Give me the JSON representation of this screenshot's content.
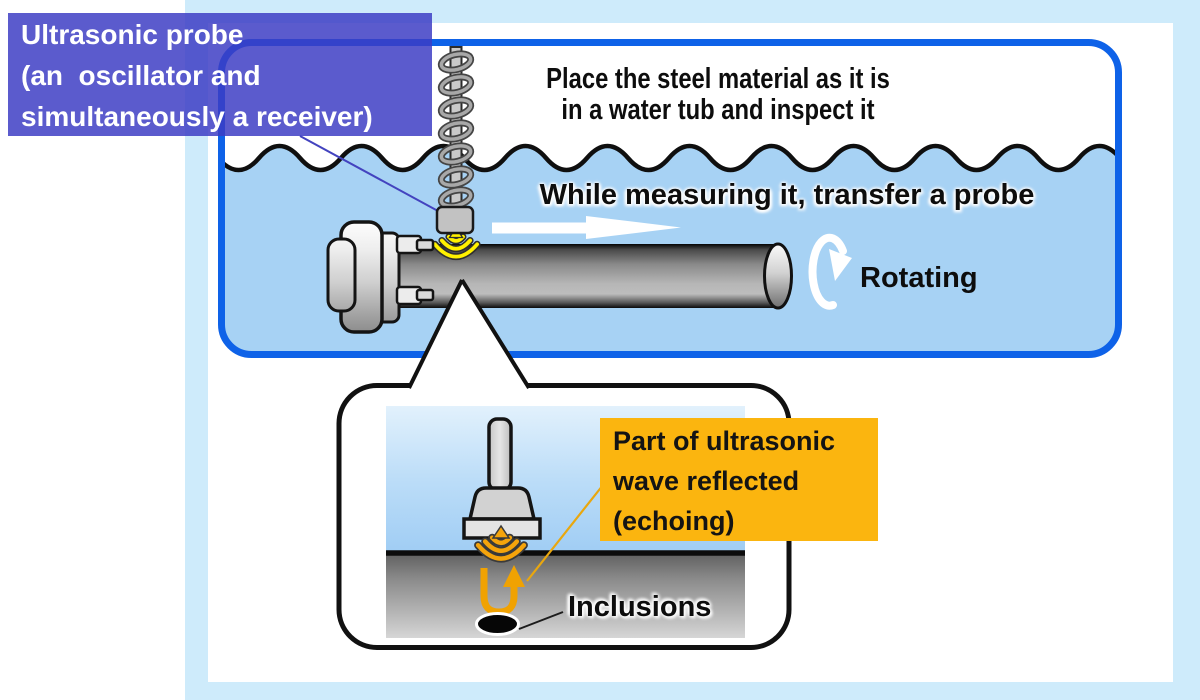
{
  "page": {
    "background": "#ffffff",
    "frame_color": "#CEEBFB"
  },
  "probe_label": {
    "lines": [
      "Ultrasonic probe",
      "(an  oscillator and",
      "simultaneously a receiver)"
    ],
    "bg_color": "#3B3BC3",
    "text_color": "#ffffff"
  },
  "tub": {
    "border_color": "#0E62E8",
    "water_color": "#A7D2F4",
    "title_lines": [
      "Place the steel material as it is",
      "in a water tub and inspect it"
    ],
    "measure_text": "While measuring it, transfer a probe",
    "rotating_label": "Rotating"
  },
  "detail_view": {
    "reflect_label_lines": [
      "Part of ultrasonic",
      "wave reflected",
      "(echoing)"
    ],
    "reflect_label_bg": "#FBB50F",
    "inclusions_label": "Inclusions",
    "echo_wave_color": "#F5A40B",
    "probe_wave_color": "#FFF100"
  },
  "icons": {
    "transfer_arrow": "right-arrow",
    "rotation_arrow": "circular-arrow",
    "echo_arrow": "u-turn-up-arrow",
    "probe_coil": "spring-coil"
  }
}
